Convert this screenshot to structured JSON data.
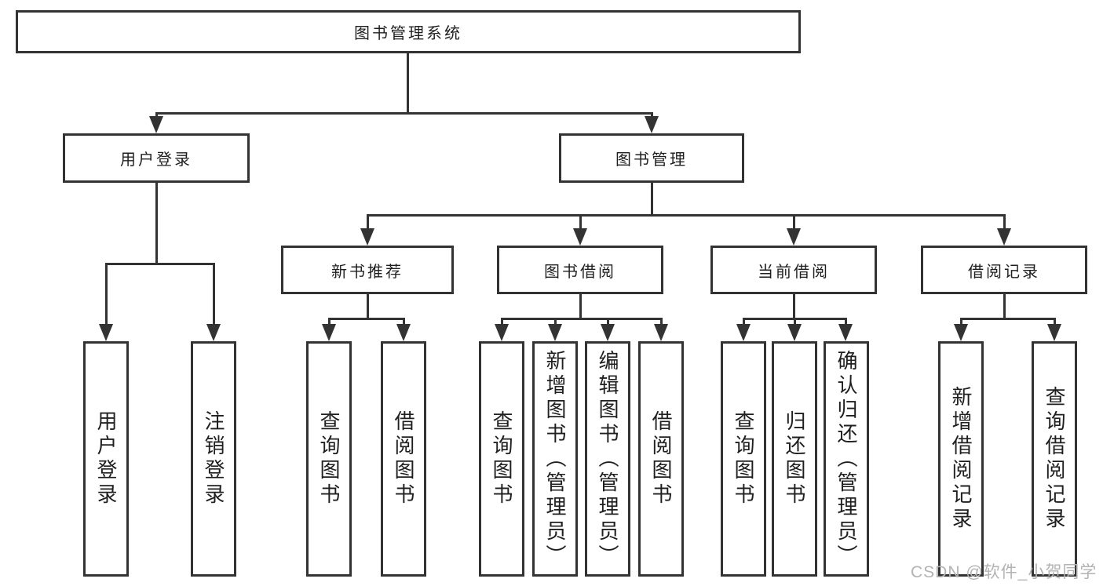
{
  "tree": {
    "root": {
      "label": "图书管理系统",
      "children": [
        {
          "label": "用户登录",
          "children": [
            {
              "label": "用户登录"
            },
            {
              "label": "注销登录"
            }
          ]
        },
        {
          "label": "图书管理",
          "children": [
            {
              "label": "新书推荐",
              "children": [
                {
                  "label": "查询图书"
                },
                {
                  "label": "借阅图书"
                }
              ]
            },
            {
              "label": "图书借阅",
              "children": [
                {
                  "label": "查询图书"
                },
                {
                  "label": "新增图书（管理员）"
                },
                {
                  "label": "编辑图书（管理员）"
                },
                {
                  "label": "借阅图书"
                }
              ]
            },
            {
              "label": "当前借阅",
              "children": [
                {
                  "label": "查询图书"
                },
                {
                  "label": "归还图书"
                },
                {
                  "label": "确认归还（管理员）"
                }
              ]
            },
            {
              "label": "借阅记录",
              "children": [
                {
                  "label": "新增借阅记录"
                },
                {
                  "label": "查询借阅记录"
                }
              ]
            }
          ]
        }
      ]
    }
  },
  "watermark": {
    "text": "CSDN @软件_小贺同学"
  },
  "colors": {
    "line": "#333333",
    "text": "#1f1f1f",
    "watermark": "#b3b3b3",
    "background": "#ffffff"
  }
}
